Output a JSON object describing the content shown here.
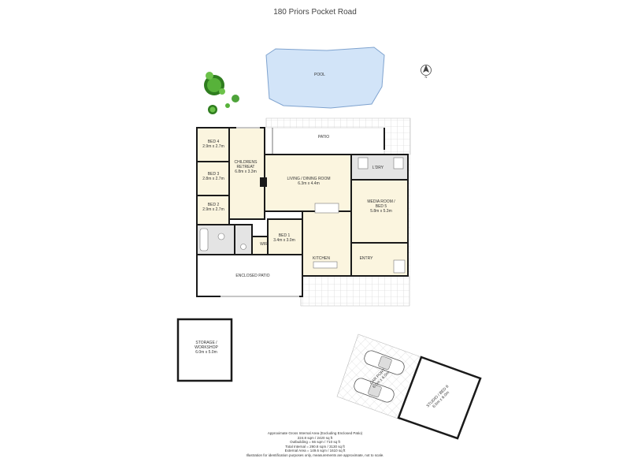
{
  "title": "180 Priors Pocket Road",
  "rooms": {
    "pool": "POOL",
    "patio": "PATIO",
    "bed4": {
      "name": "BED 4",
      "dims": "2.9m x 2.7m"
    },
    "bed3": {
      "name": "BED 3",
      "dims": "2.8m x 2.7m"
    },
    "bed2": {
      "name": "BED 2",
      "dims": "2.9m x 2.7m"
    },
    "childrens_retreat": {
      "name": "CHILDRENS RETREAT",
      "dims": "6.8m x 3.3m"
    },
    "living_dining": {
      "name": "LIVING / DINING ROOM",
      "dims": "6.3m x 4.4m"
    },
    "ldry": "L'DRY",
    "media_room": {
      "name": "MEDIA ROOM / BED 5",
      "dims": "5.8m x 5.3m"
    },
    "bed1": {
      "name": "BED 1",
      "dims": "3.4m x 3.0m"
    },
    "wir": "WIR",
    "kitchen": "KITCHEN",
    "entry": "ENTRY",
    "enclosed_patio": "ENCLOSED PATIO",
    "storage": {
      "name": "STORAGE / WORKSHOP",
      "dims": "6.0m x 5.0m"
    },
    "carport": {
      "name": "CAR PORT",
      "dims": "6.0m x 6.0m"
    },
    "studio": {
      "name": "STUDIO / BED 6",
      "dims": "6.0m x 6.0m"
    }
  },
  "compass": "N",
  "areas": {
    "heading": "Approximate Gross Internal Area (Excluding Enclosed Patio)",
    "internal": "224.8 sqm / 2420 sq ft",
    "outbuilding": "Outbuilding = 66 sqm / 710 sq ft",
    "total_internal": "Total Internal = 290.8 sqm / 3130 sq ft",
    "external": "External Area = 149.6 sqm / 1610 sq ft",
    "disclaimer": "Illustration for identification purposes only, measurements are approximate, not to scale."
  },
  "colors": {
    "wall": "#1a1a1a",
    "room_fill": "#fbf5df",
    "wet_fill": "#e4e4e4",
    "pool_fill": "#d2e4f8",
    "pool_stroke": "#7fa3cf",
    "tree_dark": "#2f7d1f",
    "tree_light": "#6cc24a",
    "paving_line": "#c9c9c9"
  }
}
